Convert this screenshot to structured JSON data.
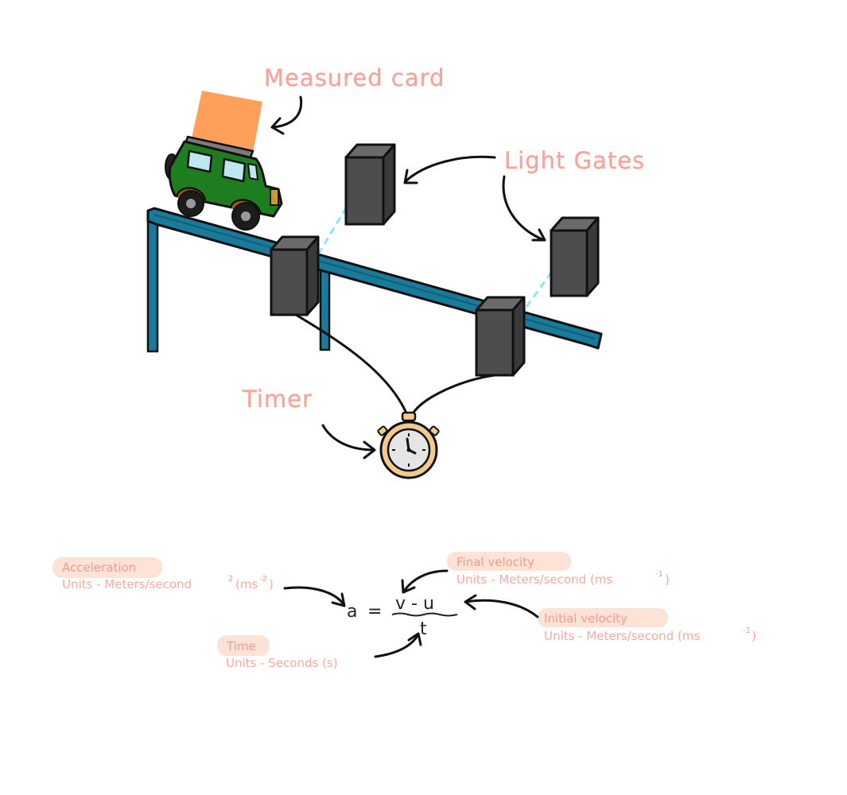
{
  "labels": {
    "measured_card": "Measured card",
    "light_gates": "Light Gates",
    "timer": "Timer"
  },
  "formula": {
    "lhs": "a",
    "equals": "=",
    "numerator": "v - u",
    "denominator": "t"
  },
  "annotations": {
    "acceleration": {
      "title": "Acceleration",
      "units": "Units - Meters/second",
      "sup": "2",
      "unit_symbol": "(ms",
      "unit_sup": "-2",
      "unit_close": ")"
    },
    "final_velocity": {
      "title": "Final velocity",
      "units": "Units - Meters/second (ms",
      "unit_sup": "-1",
      "unit_close": ")"
    },
    "initial_velocity": {
      "title": "Initial velocity",
      "units": "Units - Meters/second (ms",
      "unit_sup": "-1",
      "unit_close": ")"
    },
    "time": {
      "title": "Time",
      "units": "Units - Seconds (s)"
    }
  },
  "colors": {
    "label_pink": "#f7a49a",
    "highlight_peach": "#fde3d6",
    "track_blue": "#1a7a9a",
    "gate_dark": "#4d4d4d",
    "beam_cyan": "#8fe3f5",
    "card_orange": "#ff9f59",
    "car_green": "#1e7d1e",
    "stopwatch_tan": "#f4c98d"
  },
  "icons": {
    "car": "car-icon",
    "stopwatch": "stopwatch-icon"
  }
}
